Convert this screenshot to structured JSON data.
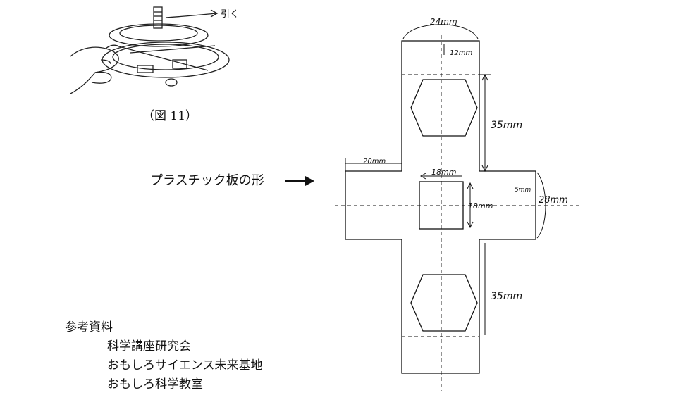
{
  "figure": {
    "caption": "（図 11）",
    "pull_label": "引く"
  },
  "plate": {
    "label": "プラスチック板の形",
    "dimensions": {
      "top_width": "24mm",
      "top_margin": "12mm",
      "upper_hex_gap": "35mm",
      "arm_length": "20mm",
      "center_width": "18mm",
      "center_height": "18mm",
      "arm_height": "28mm",
      "arm_short": "5mm",
      "lower_hex_gap": "35mm"
    }
  },
  "references": {
    "heading": "参考資料",
    "items": [
      "科学講座研究会",
      "おもしろサイエンス未来基地",
      "おもしろ科学教室"
    ]
  }
}
